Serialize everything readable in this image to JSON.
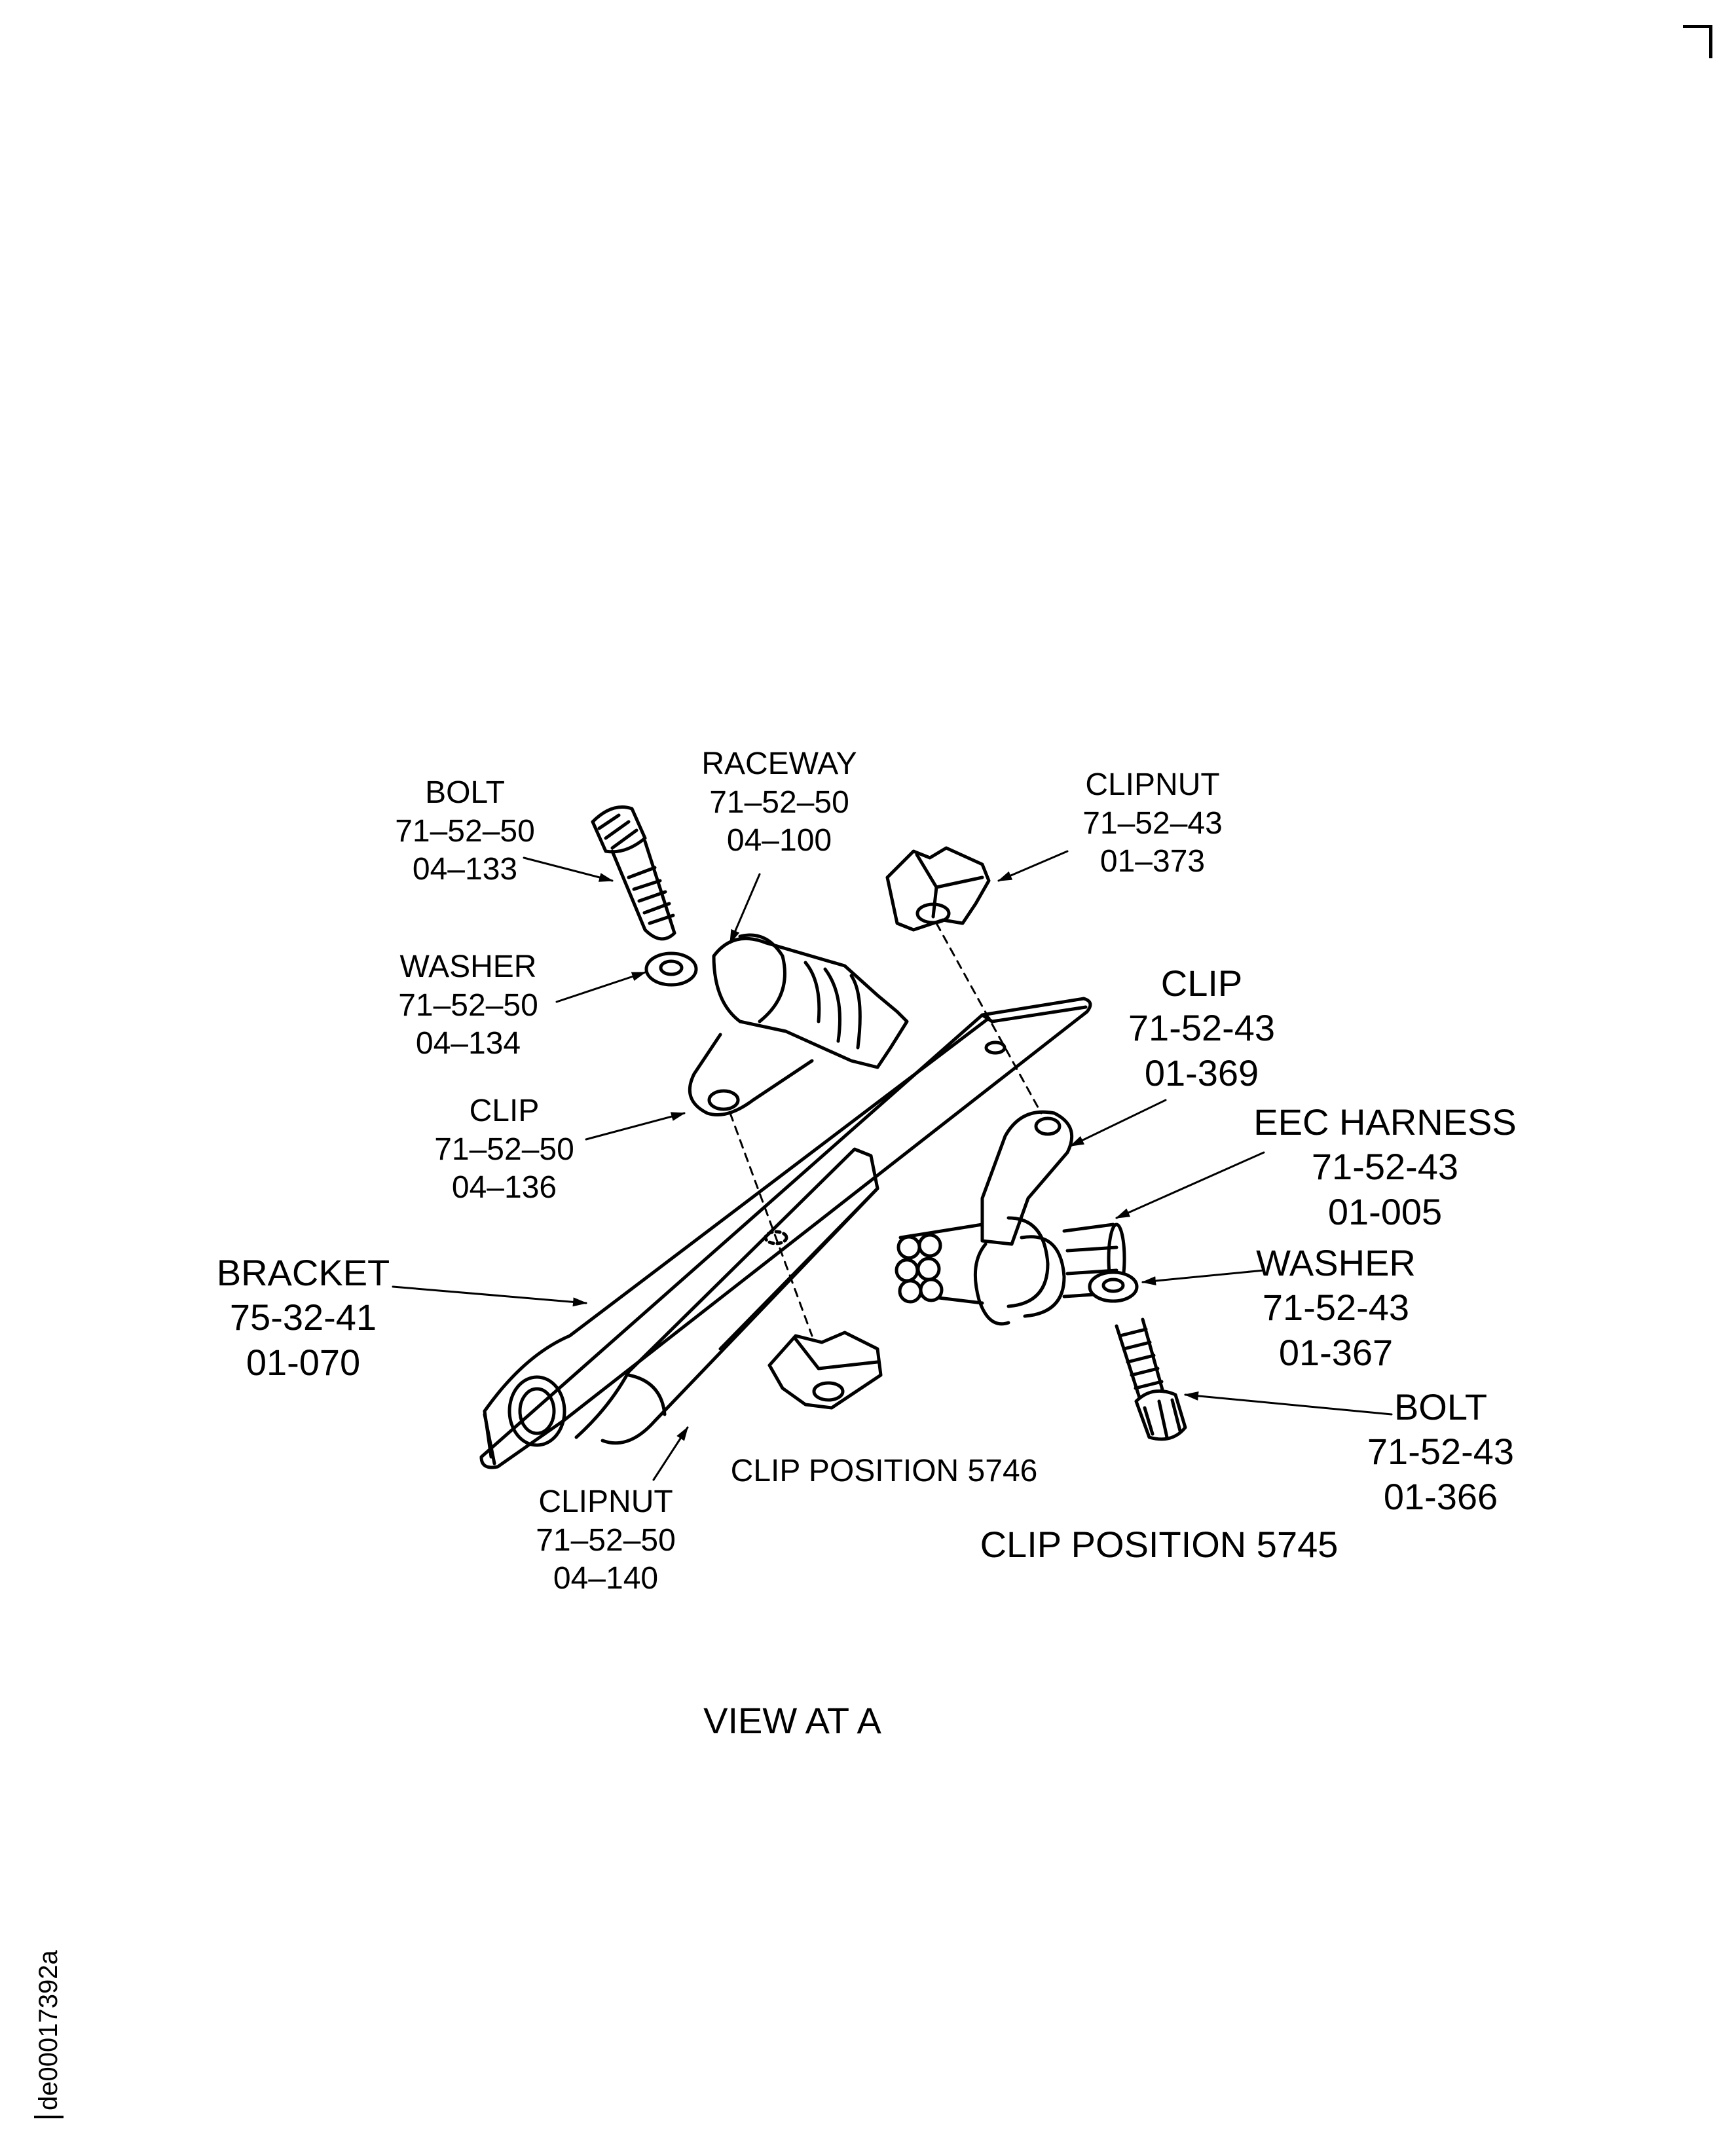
{
  "labels": {
    "bolt_left": {
      "name": "BOLT",
      "ata": "71–52–50",
      "item": "04–133"
    },
    "raceway": {
      "name": "RACEWAY",
      "ata": "71–52–50",
      "item": "04–100"
    },
    "clipnut_top": {
      "name": "CLIPNUT",
      "ata": "71–52–43",
      "item": "01–373"
    },
    "washer_left": {
      "name": "WASHER",
      "ata": "71–52–50",
      "item": "04–134"
    },
    "clip_right": {
      "name": "CLIP",
      "ata": "71-52-43",
      "item": "01-369"
    },
    "clip_left": {
      "name": "CLIP",
      "ata": "71–52–50",
      "item": "04–136"
    },
    "eec_harness": {
      "name": "EEC HARNESS",
      "ata": "71-52-43",
      "item": "01-005"
    },
    "bracket": {
      "name": "BRACKET",
      "ata": "75-32-41",
      "item": "01-070"
    },
    "washer_right": {
      "name": "WASHER",
      "ata": "71-52-43",
      "item": "01-367"
    },
    "bolt_right": {
      "name": "BOLT",
      "ata": "71-52-43",
      "item": "01-366"
    },
    "clipnut_bottom": {
      "name": "CLIPNUT",
      "ata": "71–52–50",
      "item": "04–140"
    }
  },
  "clip_position_5746": "CLIP POSITION 5746",
  "clip_position_5745": "CLIP POSITION 5745",
  "view_title": "VIEW AT A",
  "doc_id": "de00017392a"
}
